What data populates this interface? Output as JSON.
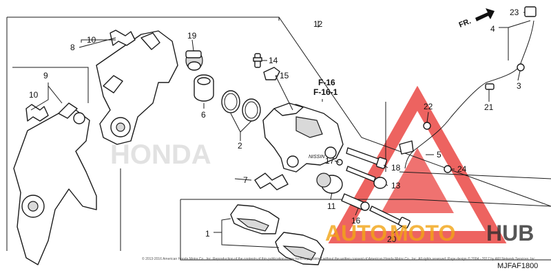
{
  "callouts": {
    "c1": "1",
    "c2": "2",
    "c3": "3",
    "c4": "4",
    "c5": "5",
    "c6": "6",
    "c7": "7",
    "c8": "8",
    "c9": "9",
    "c10a": "10",
    "c10b": "10",
    "c11": "11",
    "c12": "12",
    "c13": "13",
    "c14": "14",
    "c15": "15",
    "c16": "16",
    "c17": "17",
    "c18": "18",
    "c19": "19",
    "c20": "20",
    "c21": "21",
    "c22": "22",
    "c23": "23",
    "c24": "24"
  },
  "references": {
    "ref1": "F-16",
    "ref2": "F-16-1"
  },
  "direction_label": "FR.",
  "diagram_code": "MJFAF1800",
  "copyright": "© 2013-2016 American Honda Motor Co., Inc. Reproduction of the contents of this publication in any form is prohibited without the written consent of American Honda Motor Co., Inc. All rights reserved. Page design © 2004 - 2017 by ARI Network Services, Inc.",
  "watermark": {
    "text_auto": "AUTO",
    "text_moto": "MOTO",
    "text_hub": "HUB",
    "colors": {
      "triangle": "#e8302c",
      "auto": "#f2a515",
      "moto": "#f2a515",
      "hub": "#2d2d2d"
    }
  },
  "caliper_brand": "NISSIN",
  "ghost_brand": "HONDA"
}
